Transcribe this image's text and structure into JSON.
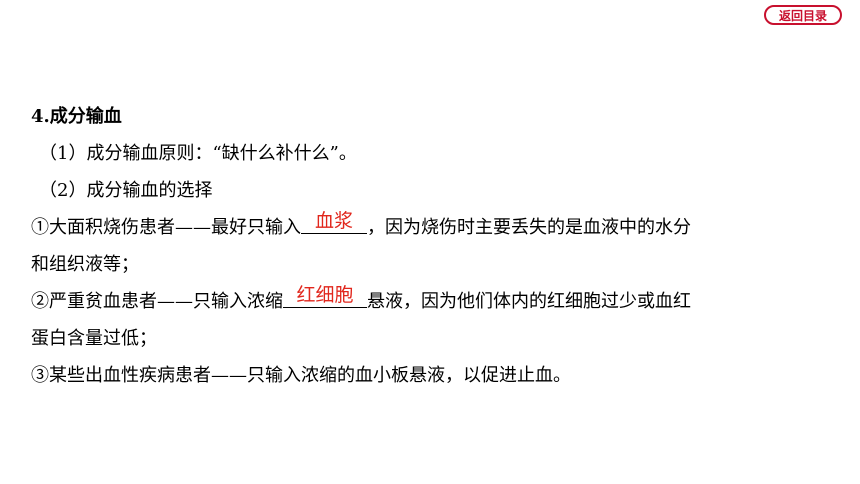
{
  "nav": {
    "return_label": "返回目录"
  },
  "heading": "4.成分输血",
  "items": {
    "p1": "（1）成分输血原则：“缺什么补什么”。",
    "p2": "（2）成分输血的选择",
    "p3_pre": "①大面积烧伤患者——最好只输入",
    "p3_answer": "血浆",
    "p3_post": "，因为烧伤时主要丢失的是血液中的水分",
    "p3_cont": "和组织液等；",
    "p4_pre": "②严重贫血患者——只输入浓缩",
    "p4_answer": "红细胞",
    "p4_post": "悬液，因为他们体内的红细胞过少或血红",
    "p4_cont": "蛋白含量过低；",
    "p5": "③某些出血性疾病患者——只输入浓缩的血小板悬液，以促进止血。"
  },
  "colors": {
    "accent": "#c8102e",
    "answer": "#e1261c"
  }
}
